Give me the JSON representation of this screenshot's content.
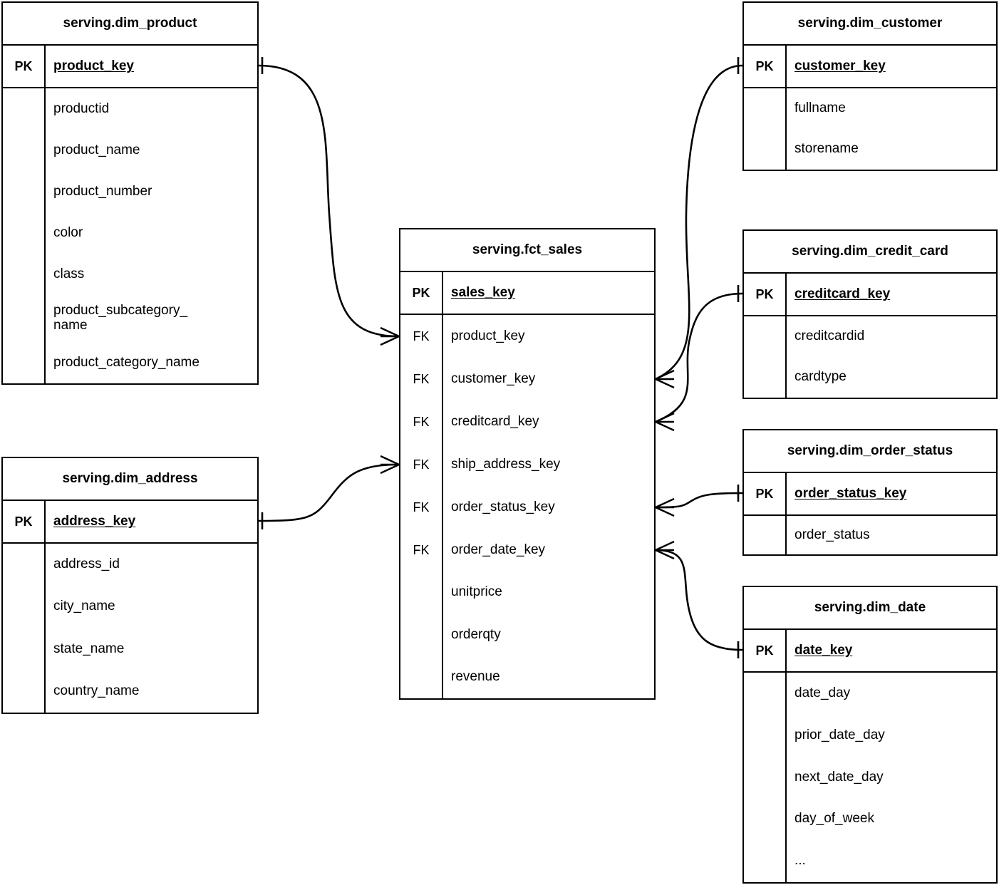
{
  "diagram": {
    "type": "entity-relationship-diagram",
    "notation": "crows-foot",
    "stroke_color": "#000000",
    "background_color": "#ffffff",
    "entities": [
      {
        "id": "dim_product",
        "title": "serving.dim_product",
        "pk_label": "PK",
        "pk_column": "product_key",
        "attributes": [
          "productid",
          "product_name",
          "product_number",
          "color",
          "class",
          "product_subcategory_\nname",
          "product_category_name"
        ]
      },
      {
        "id": "dim_address",
        "title": "serving.dim_address",
        "pk_label": "PK",
        "pk_column": "address_key",
        "attributes": [
          "address_id",
          "city_name",
          "state_name",
          "country_name"
        ]
      },
      {
        "id": "fct_sales",
        "title": "serving.fct_sales",
        "pk_label": "PK",
        "pk_column": "sales_key",
        "fk_label": "FK",
        "fk_columns": [
          "product_key",
          "customer_key",
          "creditcard_key",
          "ship_address_key",
          "order_status_key",
          "order_date_key"
        ],
        "measures": [
          "unitprice",
          "orderqty",
          "revenue"
        ]
      },
      {
        "id": "dim_customer",
        "title": "serving.dim_customer",
        "pk_label": "PK",
        "pk_column": "customer_key",
        "attributes": [
          "fullname",
          "storename"
        ]
      },
      {
        "id": "dim_credit_card",
        "title": "serving.dim_credit_card",
        "pk_label": "PK",
        "pk_column": "creditcard_key",
        "attributes": [
          "creditcardid",
          "cardtype"
        ]
      },
      {
        "id": "dim_order_status",
        "title": "serving.dim_order_status",
        "pk_label": "PK",
        "pk_column": "order_status_key",
        "attributes": [
          "order_status"
        ]
      },
      {
        "id": "dim_date",
        "title": "serving.dim_date",
        "pk_label": "PK",
        "pk_column": "date_key",
        "attributes": [
          "date_day",
          "prior_date_day",
          "next_date_day",
          "day_of_week",
          "..."
        ]
      }
    ],
    "relationships": [
      {
        "from": "dim_product.product_key",
        "to": "fct_sales.product_key",
        "from_cardinality": "one",
        "to_cardinality": "many"
      },
      {
        "from": "dim_address.address_key",
        "to": "fct_sales.ship_address_key",
        "from_cardinality": "one",
        "to_cardinality": "many"
      },
      {
        "from": "dim_customer.customer_key",
        "to": "fct_sales.customer_key",
        "from_cardinality": "one",
        "to_cardinality": "many"
      },
      {
        "from": "dim_credit_card.creditcard_key",
        "to": "fct_sales.creditcard_key",
        "from_cardinality": "one",
        "to_cardinality": "many"
      },
      {
        "from": "dim_order_status.order_status_key",
        "to": "fct_sales.order_status_key",
        "from_cardinality": "one",
        "to_cardinality": "many"
      },
      {
        "from": "dim_date.date_key",
        "to": "fct_sales.order_date_key",
        "from_cardinality": "one",
        "to_cardinality": "many"
      }
    ]
  }
}
